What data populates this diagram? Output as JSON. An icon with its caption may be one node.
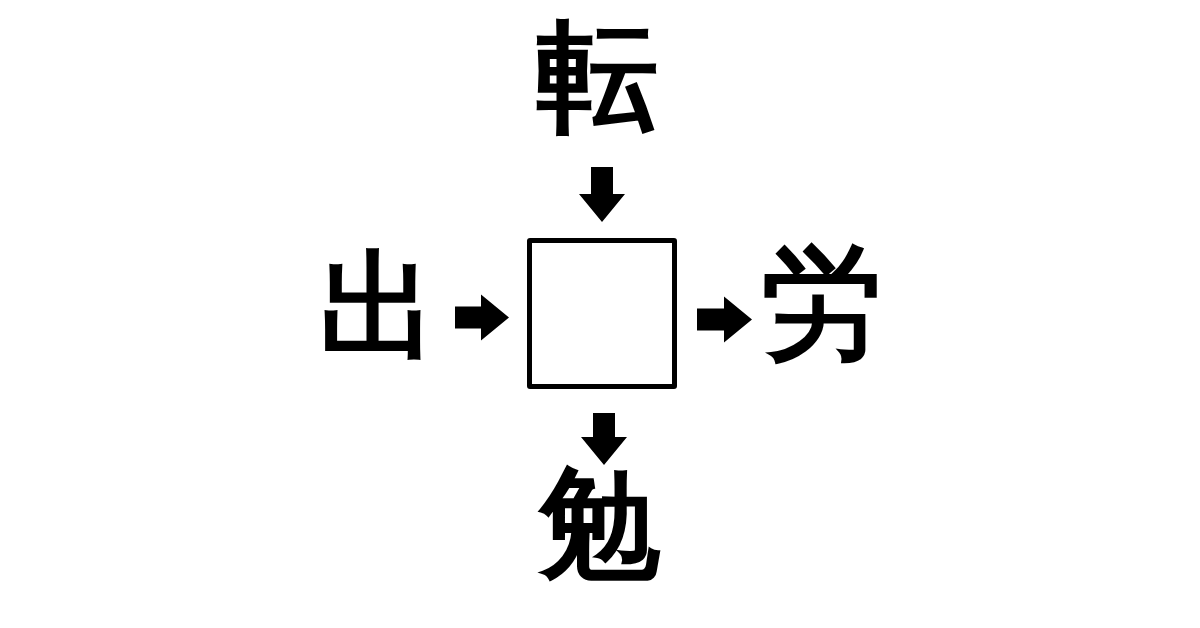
{
  "diagram": {
    "nodes": [
      {
        "text": [
          "転"
        ]
      },
      {
        "text": [
          "出"
        ]
      },
      {
        "text": [],
        "shape": "box"
      },
      {
        "text": [
          "労"
        ]
      },
      {
        "text": [
          "勉"
        ]
      }
    ],
    "edges": [
      {
        "from": 0,
        "to": 2,
        "arrow": "to"
      },
      {
        "from": 1,
        "to": 2,
        "arrow": "to"
      },
      {
        "from": 2,
        "to": 3,
        "arrow": "to"
      },
      {
        "from": 2,
        "to": 4,
        "arrow": "to"
      }
    ]
  }
}
